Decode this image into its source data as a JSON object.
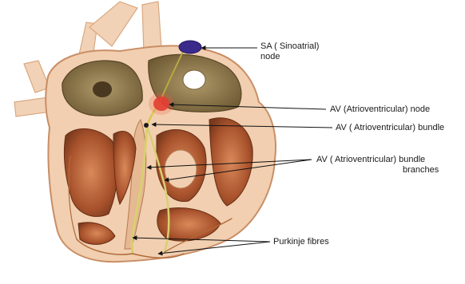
{
  "labels": {
    "sa_node": [
      "SA ( Sinoatrial)",
      "node"
    ],
    "av_node": "AV (Atrioventricular) node",
    "av_bundle": "AV ( Atrioventricular) bundle",
    "bundle_branches": [
      "AV ( Atrioventricular) bundle",
      "branches"
    ],
    "purkinje": "Purkinje fibres"
  },
  "colors": {
    "tissue": "#e9b48c",
    "tissue_dark": "#8a4a2a",
    "muscle": "#a9562e",
    "atrium_fill": "#8c7346",
    "sa_node": "#3a2a8c",
    "av_node": "#e0322a",
    "conduction": "#c8c060",
    "arrow": "#111111"
  }
}
